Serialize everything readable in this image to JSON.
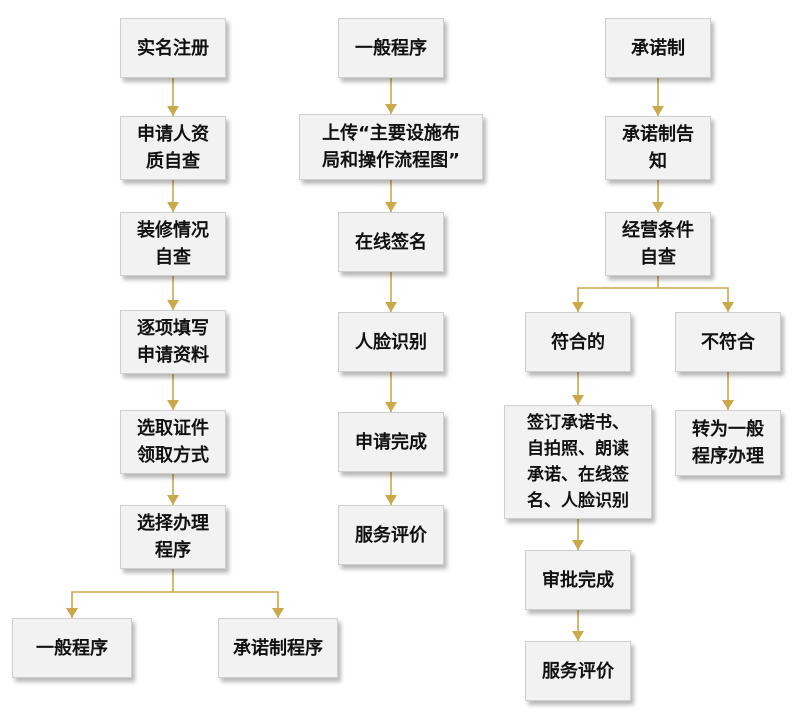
{
  "colors": {
    "connector": "#c9a94a",
    "box_fill": "#f2f2f2",
    "box_border": "#cfcfcf"
  },
  "column1": {
    "real_name": "实名注册",
    "qual_check": "申请人资\n质自查",
    "decor_check": "装修情况\n自查",
    "fill_info": "逐项填写\n申请资料",
    "cert_method": "选取证件\n领取方式",
    "choose_proc": "选择办理\n程序",
    "general_proc": "一般程序",
    "commit_proc": "承诺制程序"
  },
  "column2": {
    "general": "一般程序",
    "upload": "上传“主要设施布\n局和操作流程图”",
    "sign": "在线签名",
    "face": "人脸识别",
    "done": "申请完成",
    "eval": "服务评价"
  },
  "column3": {
    "commit": "承诺制",
    "notice": "承诺制告\n知",
    "biz_check": "经营条件\n自查",
    "ok": "符合的",
    "not_ok": "不符合",
    "sign_steps": "签订承诺书、\n自拍照、朗读\n承诺、在线签\n名、人脸识别",
    "to_general": "转为一般\n程序办理",
    "approve": "审批完成",
    "eval": "服务评价"
  }
}
